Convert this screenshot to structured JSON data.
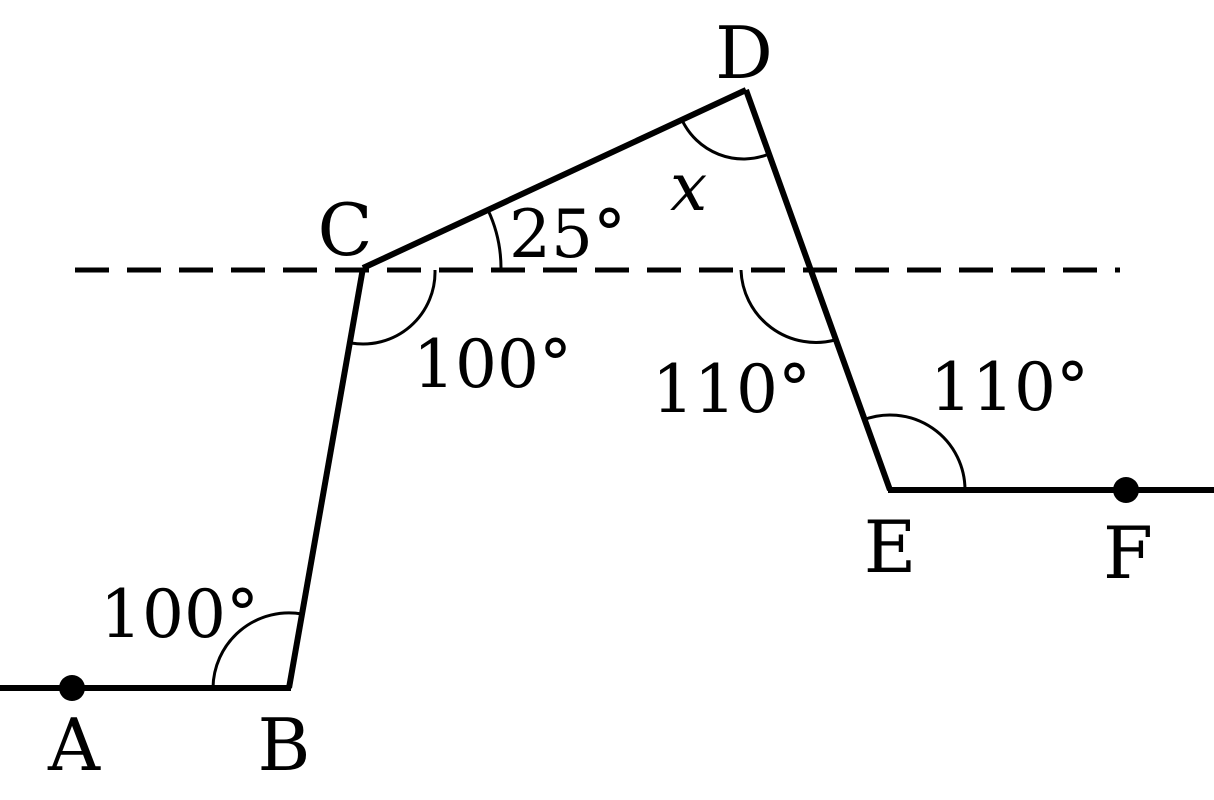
{
  "points": {
    "A": "A",
    "B": "B",
    "C": "C",
    "D": "D",
    "E": "E",
    "F": "F"
  },
  "angles": {
    "angle_B": "100°",
    "angle_C_below": "100°",
    "angle_C_above": "25°",
    "angle_D": "x",
    "angle_DE_transversal": "110°",
    "angle_E": "110°"
  },
  "colors": {
    "stroke": "#000000",
    "background": "#ffffff"
  }
}
